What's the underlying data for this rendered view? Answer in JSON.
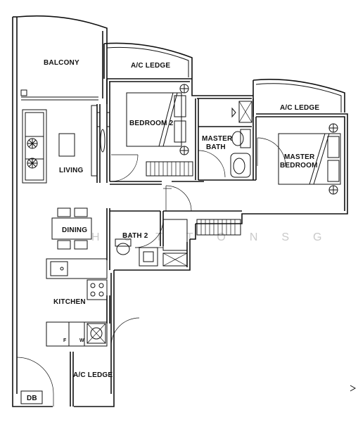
{
  "labels": {
    "balcony": "BALCONY",
    "ac_ledge_top": "A/C LEDGE",
    "ac_ledge_right": "A/C LEDGE",
    "bedroom2": "BEDROOM 2",
    "master_bath_line1": "MASTER",
    "master_bath_line2": "BATH",
    "master_bedroom_line1": "MASTER",
    "master_bedroom_line2": "BEDROOM",
    "living": "LIVING",
    "dining": "DINING",
    "bath2": "BATH 2",
    "kitchen": "KITCHEN",
    "ac_ledge_bottom": "A/C LEDGE",
    "db": "DB",
    "fridge_mark": "F",
    "washer_mark": "W"
  },
  "watermark": "HUTTONSG",
  "colors": {
    "wall": "#111111",
    "background": "#ffffff",
    "watermark": "#c9c9c9"
  }
}
